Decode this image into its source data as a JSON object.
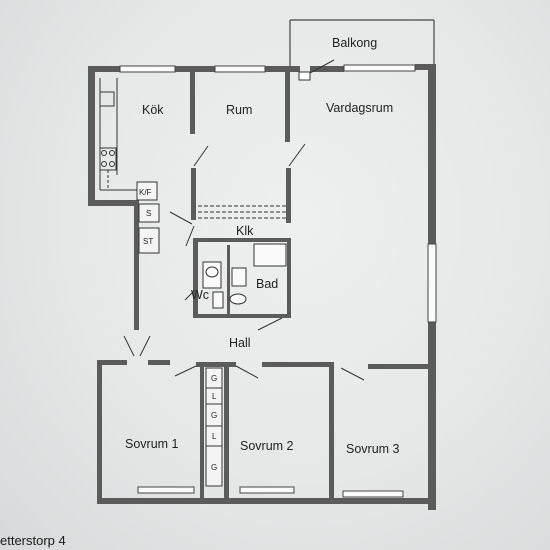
{
  "plan": {
    "rooms": {
      "balkong": "Balkong",
      "kok": "Kök",
      "rum": "Rum",
      "vardagsrum": "Vardagsrum",
      "klk": "Klk",
      "bad": "Bad",
      "wc": "Wc",
      "hall": "Hall",
      "sovrum1": "Sovrum 1",
      "sovrum2": "Sovrum 2",
      "sovrum3": "Sovrum 3"
    },
    "fixtures": {
      "kf": "K/F",
      "s": "S",
      "st": "ST",
      "closets": [
        "G",
        "L",
        "G",
        "L",
        "G"
      ]
    }
  },
  "caption": "etterstorp 4",
  "colors": {
    "wall": "#5b5b5b",
    "line": "#333333",
    "background": "#e8eaea"
  }
}
